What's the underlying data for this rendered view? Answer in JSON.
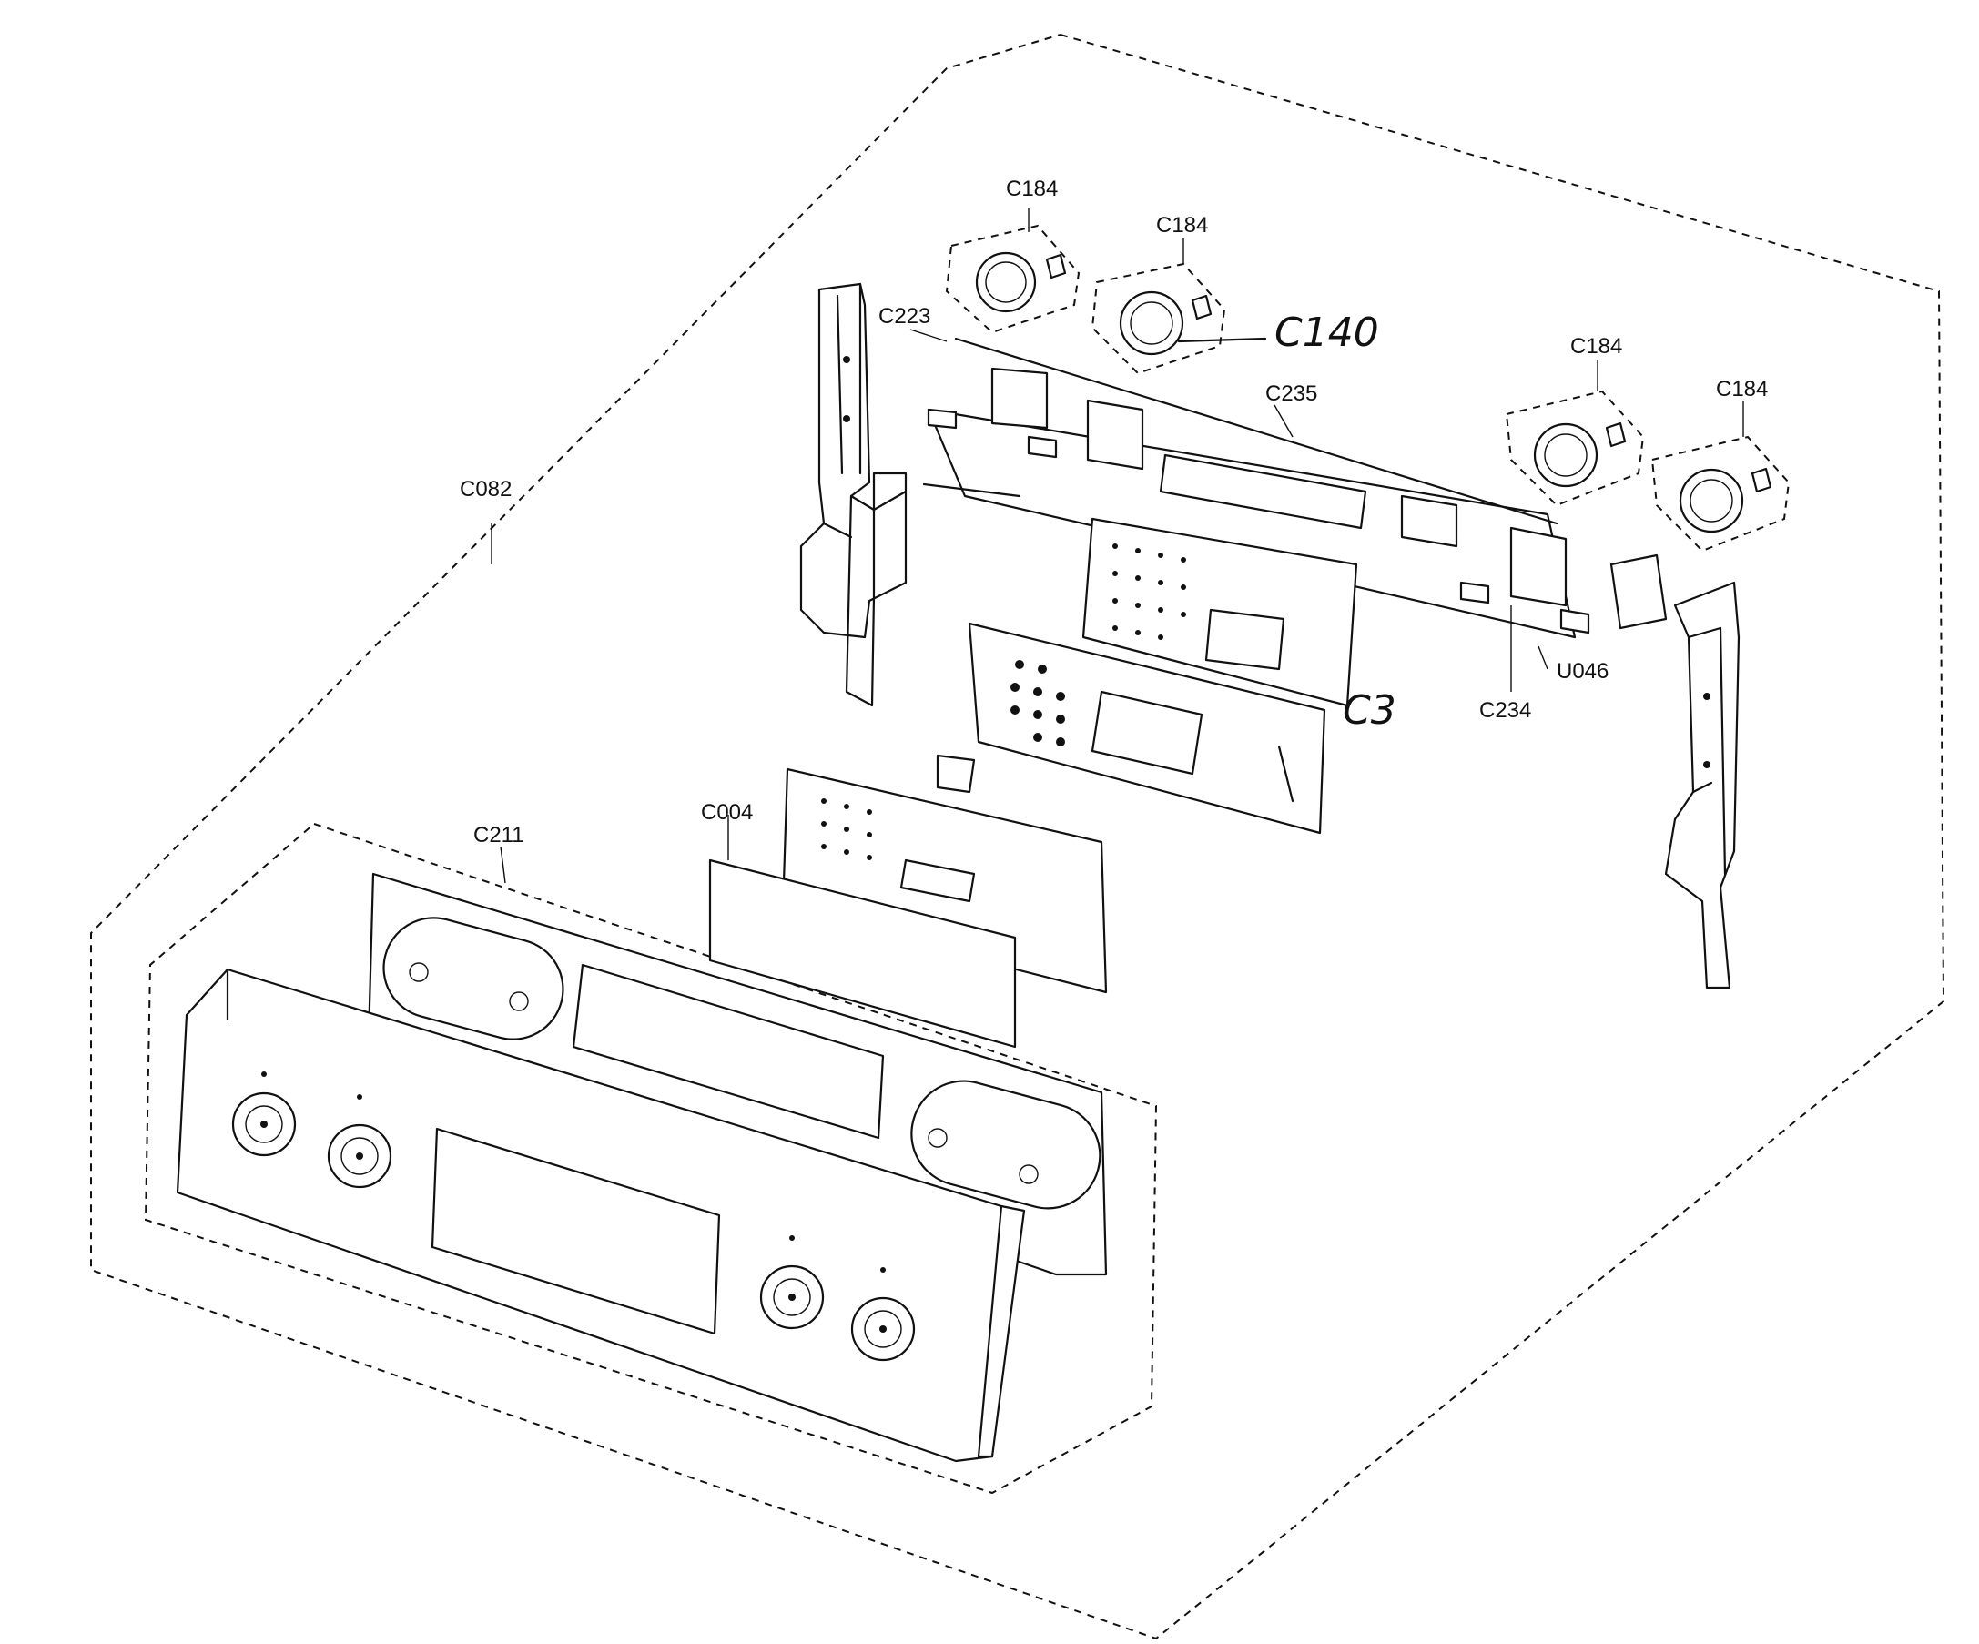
{
  "diagram": {
    "labels": {
      "c082": "C082",
      "c184_a": "C184",
      "c184_b": "C184",
      "c184_c": "C184",
      "c184_d": "C184",
      "c223": "C223",
      "c140": "C140",
      "c235": "C235",
      "u046": "U046",
      "c234": "C234",
      "c3": "C3",
      "c004": "C004",
      "c211": "C211"
    }
  }
}
